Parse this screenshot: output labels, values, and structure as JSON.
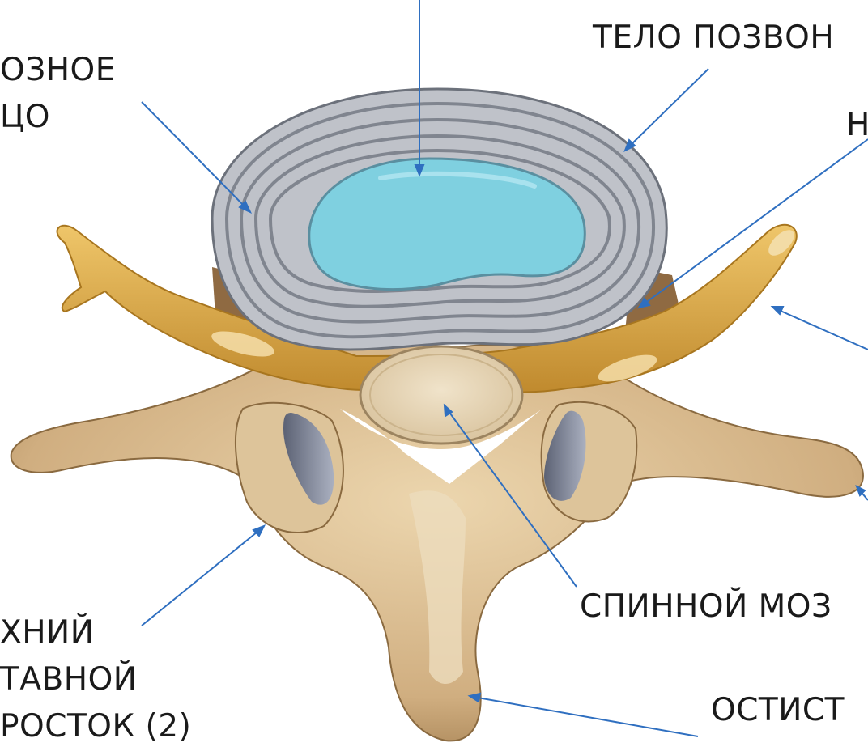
{
  "labels": {
    "annulus_line1": "ОЗНОЕ",
    "annulus_line2": "ЦО",
    "body": "ТЕЛО ПОЗВОН",
    "n_partial": "Н",
    "spinal_cord": "СПИННОЙ МОЗ",
    "superior_line1": "ХНИЙ",
    "superior_line2": "ТАВНОЙ",
    "superior_line3": "РОСТОК (2)",
    "spinous": "ОСТИСТ"
  },
  "colors": {
    "pointer": "#2f6fc0",
    "nucleus": "#7fd0e0",
    "annulus": "#b9bcc4",
    "annulus_rings": "#7d828c",
    "bone": "#d2b48a",
    "bone_shadow": "#9c7a4e",
    "nerve": "#d9a642",
    "cord": "#e6d6b8"
  }
}
